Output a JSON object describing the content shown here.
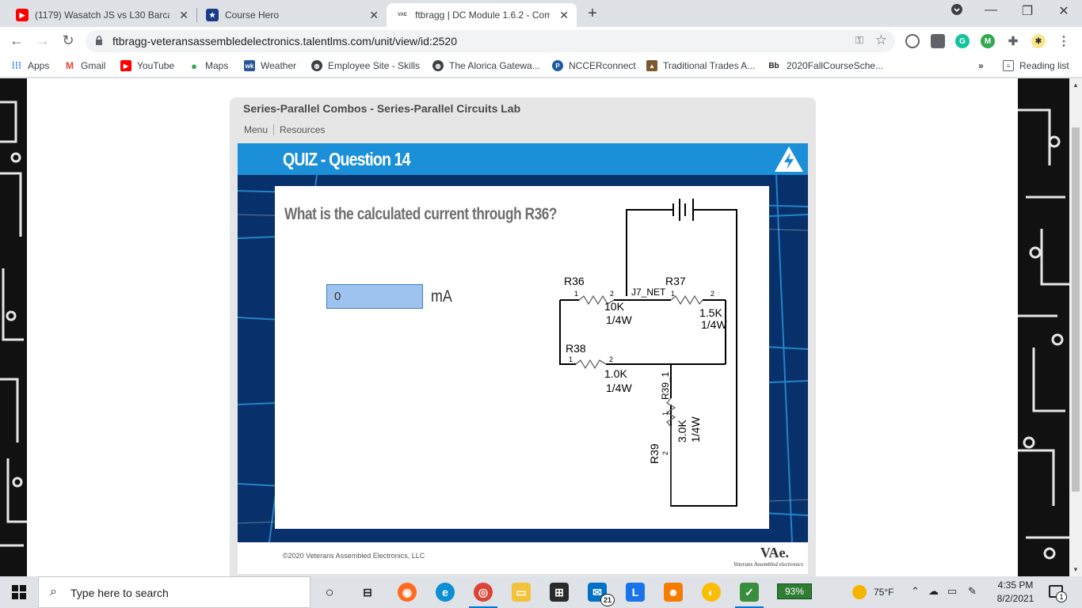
{
  "browser": {
    "tabs": [
      {
        "title": "(1179) Wasatch JS vs L30 Barca -",
        "favicon": "youtube-icon"
      },
      {
        "title": "Course Hero",
        "favicon": "course-hero-icon"
      },
      {
        "title": "ftbragg | DC Module 1.6.2 - Com",
        "favicon": "vae-icon",
        "active": true
      }
    ],
    "url": "ftbragg-veteransassembledelectronics.talentlms.com/unit/view/id:2520",
    "bookmarks": [
      {
        "label": "Apps",
        "icon": "apps-grid-icon"
      },
      {
        "label": "Gmail",
        "icon": "gmail-icon"
      },
      {
        "label": "YouTube",
        "icon": "youtube-icon"
      },
      {
        "label": "Maps",
        "icon": "maps-icon"
      },
      {
        "label": "Weather",
        "icon": "weather-icon"
      },
      {
        "label": "Employee Site - Skills",
        "icon": "globe-icon"
      },
      {
        "label": "The Alorica Gatewa...",
        "icon": "globe-icon"
      },
      {
        "label": "NCCERconnect",
        "icon": "nccer-icon"
      },
      {
        "label": "Traditional Trades A...",
        "icon": "nps-icon"
      },
      {
        "label": "2020FallCourseSche...",
        "icon": "blackboard-icon"
      }
    ],
    "bookmarks_overflow": "»",
    "reading_list": "Reading list",
    "blackboard_abbr": "Bb"
  },
  "lms": {
    "course_title": "Series-Parallel Combos - Series-Parallel Circuits Lab",
    "nav": {
      "menu": "Menu",
      "resources": "Resources"
    },
    "quiz_title": "QUIZ - Question 14",
    "question": "What is the calculated current through R36?",
    "answer_value": "0",
    "answer_unit": "mA",
    "copyright": "©2020 Veterans Assembled Electronics, LLC",
    "logo_text": "VAe.",
    "logo_subtext": "Veterans Assembled electronics"
  },
  "schematic": {
    "r36": {
      "name": "R36",
      "value": "10K",
      "power": "1/4W",
      "pin1": "1",
      "pin2": "2"
    },
    "r37": {
      "name": "R37",
      "value": "1.5K",
      "power": "1/4W",
      "pin1": "1",
      "pin2": "2"
    },
    "r38": {
      "name": "R38",
      "value": "1.0K",
      "power": "1/4W",
      "pin1": "1",
      "pin2": "2"
    },
    "r39": {
      "name": "R39",
      "value": "3.0K",
      "power": "1/4W",
      "pin1": "1",
      "pin2": "2",
      "net": "R39_1"
    },
    "net_label": "J7_NET"
  },
  "taskbar": {
    "search_placeholder": "Type here to search",
    "mail_badge": "21",
    "battery": "93%",
    "temperature": "75°F",
    "time": "4:35 PM",
    "date": "8/2/2021",
    "notification_count": "1"
  },
  "colors": {
    "quiz_header": "#1b8fd8",
    "answer_box": "#9dc3ee",
    "battery_green": "#2e7d32"
  }
}
